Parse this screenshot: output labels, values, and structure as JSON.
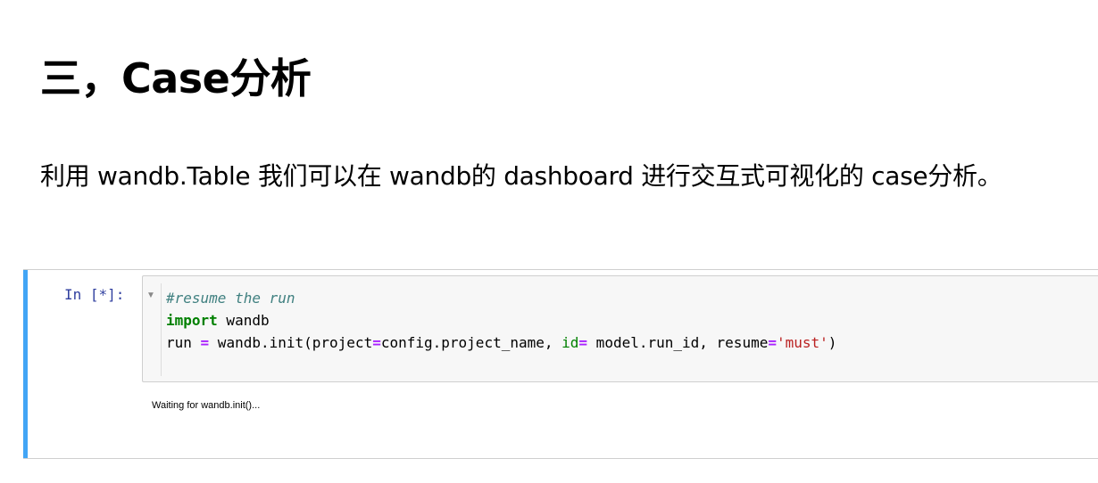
{
  "heading": "三，Case分析",
  "paragraph": "利用 wandb.Table 我们可以在 wandb的 dashboard 进行交互式可视化的 case分析。",
  "cell": {
    "prompt": "In [*]:",
    "collapse_icon": "triangle-down-icon",
    "code": {
      "line1_comment": "#resume the run",
      "line2_keyword": "import",
      "line2_module": " wandb",
      "line3_var": "run ",
      "line3_eq": "=",
      "line3_call": " wandb.init(project",
      "line3_eq2": "=",
      "line3_arg1": "config.project_name, ",
      "line3_kw": "id",
      "line3_eq3": "=",
      "line3_arg2": " model.run_id, resume",
      "line3_eq4": "=",
      "line3_str": "'must'",
      "line3_close": ")"
    },
    "output_text": "Waiting for wandb.init()..."
  },
  "colors": {
    "cell_selected_bar": "#42a5f5",
    "prompt": "#303f9f",
    "comment": "#408080",
    "keyword": "#008000",
    "operator": "#aa22ff",
    "string": "#ba2121"
  }
}
